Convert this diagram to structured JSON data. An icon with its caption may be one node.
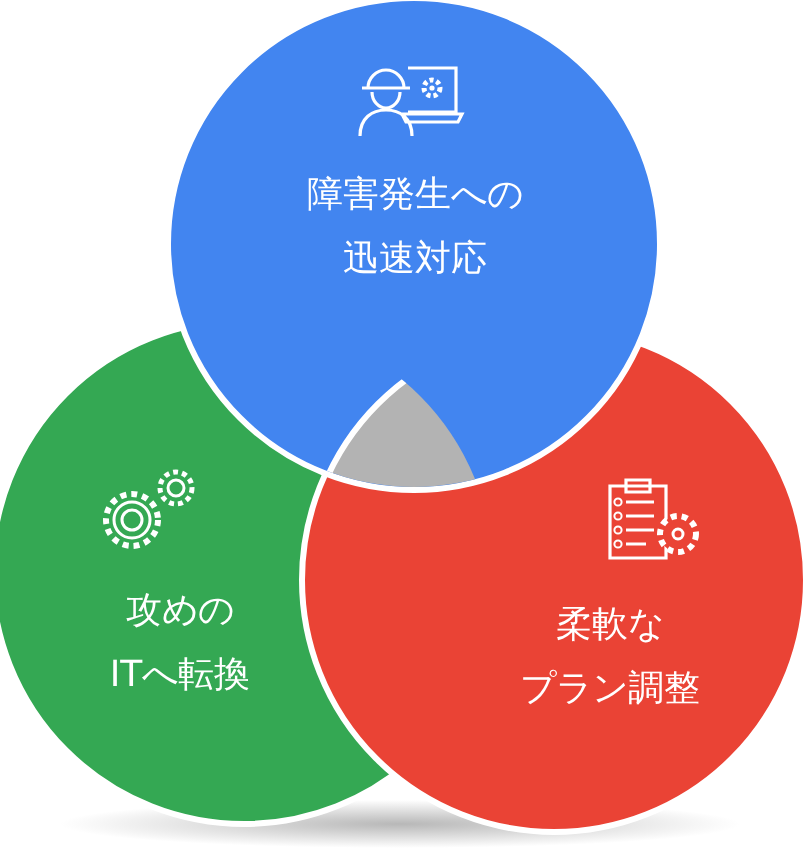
{
  "diagram": {
    "nodes": [
      {
        "text": [
          "障害発生への迅速対応"
        ]
      },
      {
        "text": [
          "攻めのITへ転換"
        ]
      },
      {
        "text": [
          "柔軟なプラン調整"
        ]
      }
    ]
  }
}
